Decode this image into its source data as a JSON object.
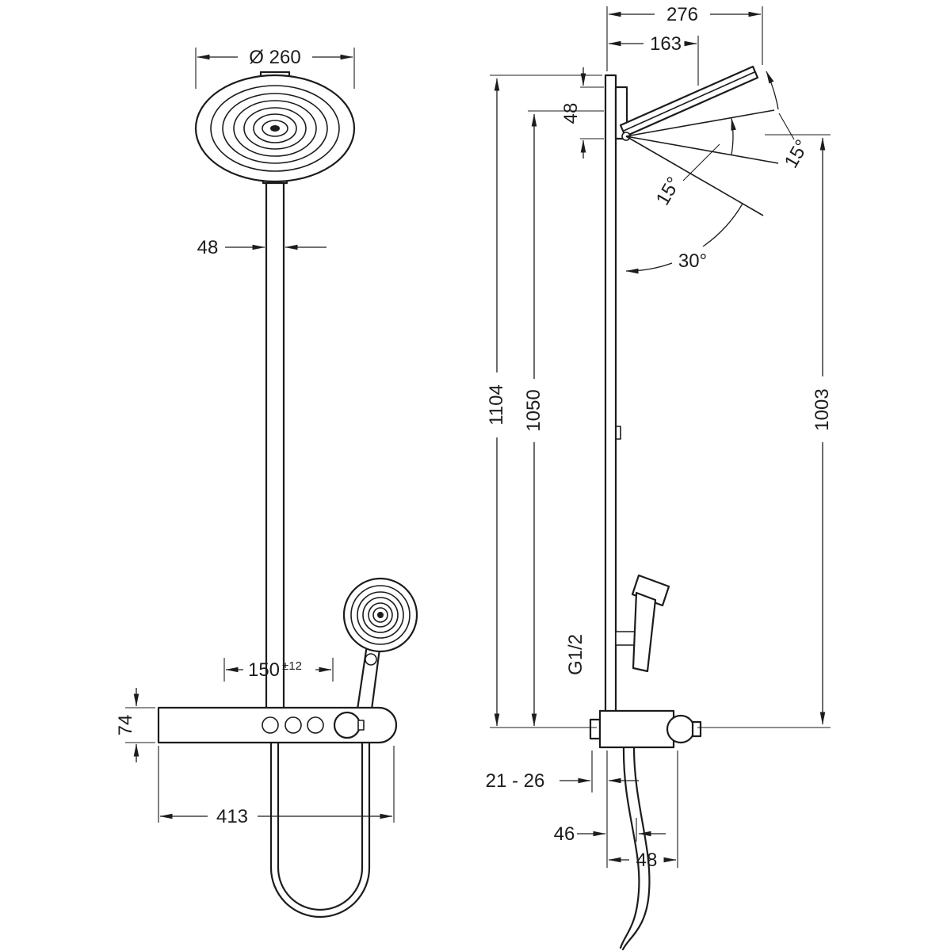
{
  "front": {
    "dim_head_diameter": "Ø 260",
    "dim_pipe_width": "48",
    "dim_hand_offset": "150",
    "dim_hand_offset_tol": "±12",
    "dim_body_height": "74",
    "dim_base_width": "413"
  },
  "side": {
    "dim_depth": "276",
    "dim_head_reach": "163",
    "dim_mount_height": "48",
    "dim_tilt_upper": "15°",
    "dim_tilt_lower": "15°",
    "dim_swivel": "30°",
    "dim_height_total": "1104",
    "dim_height_bar": "1050",
    "dim_height_hand": "1003",
    "thread_label": "G1/2",
    "dim_wall_range": "21 - 26",
    "dim_offset_46": "46",
    "dim_offset_48": "48"
  },
  "colors": {
    "line": "#1c1c1c",
    "background": "#ffffff"
  }
}
